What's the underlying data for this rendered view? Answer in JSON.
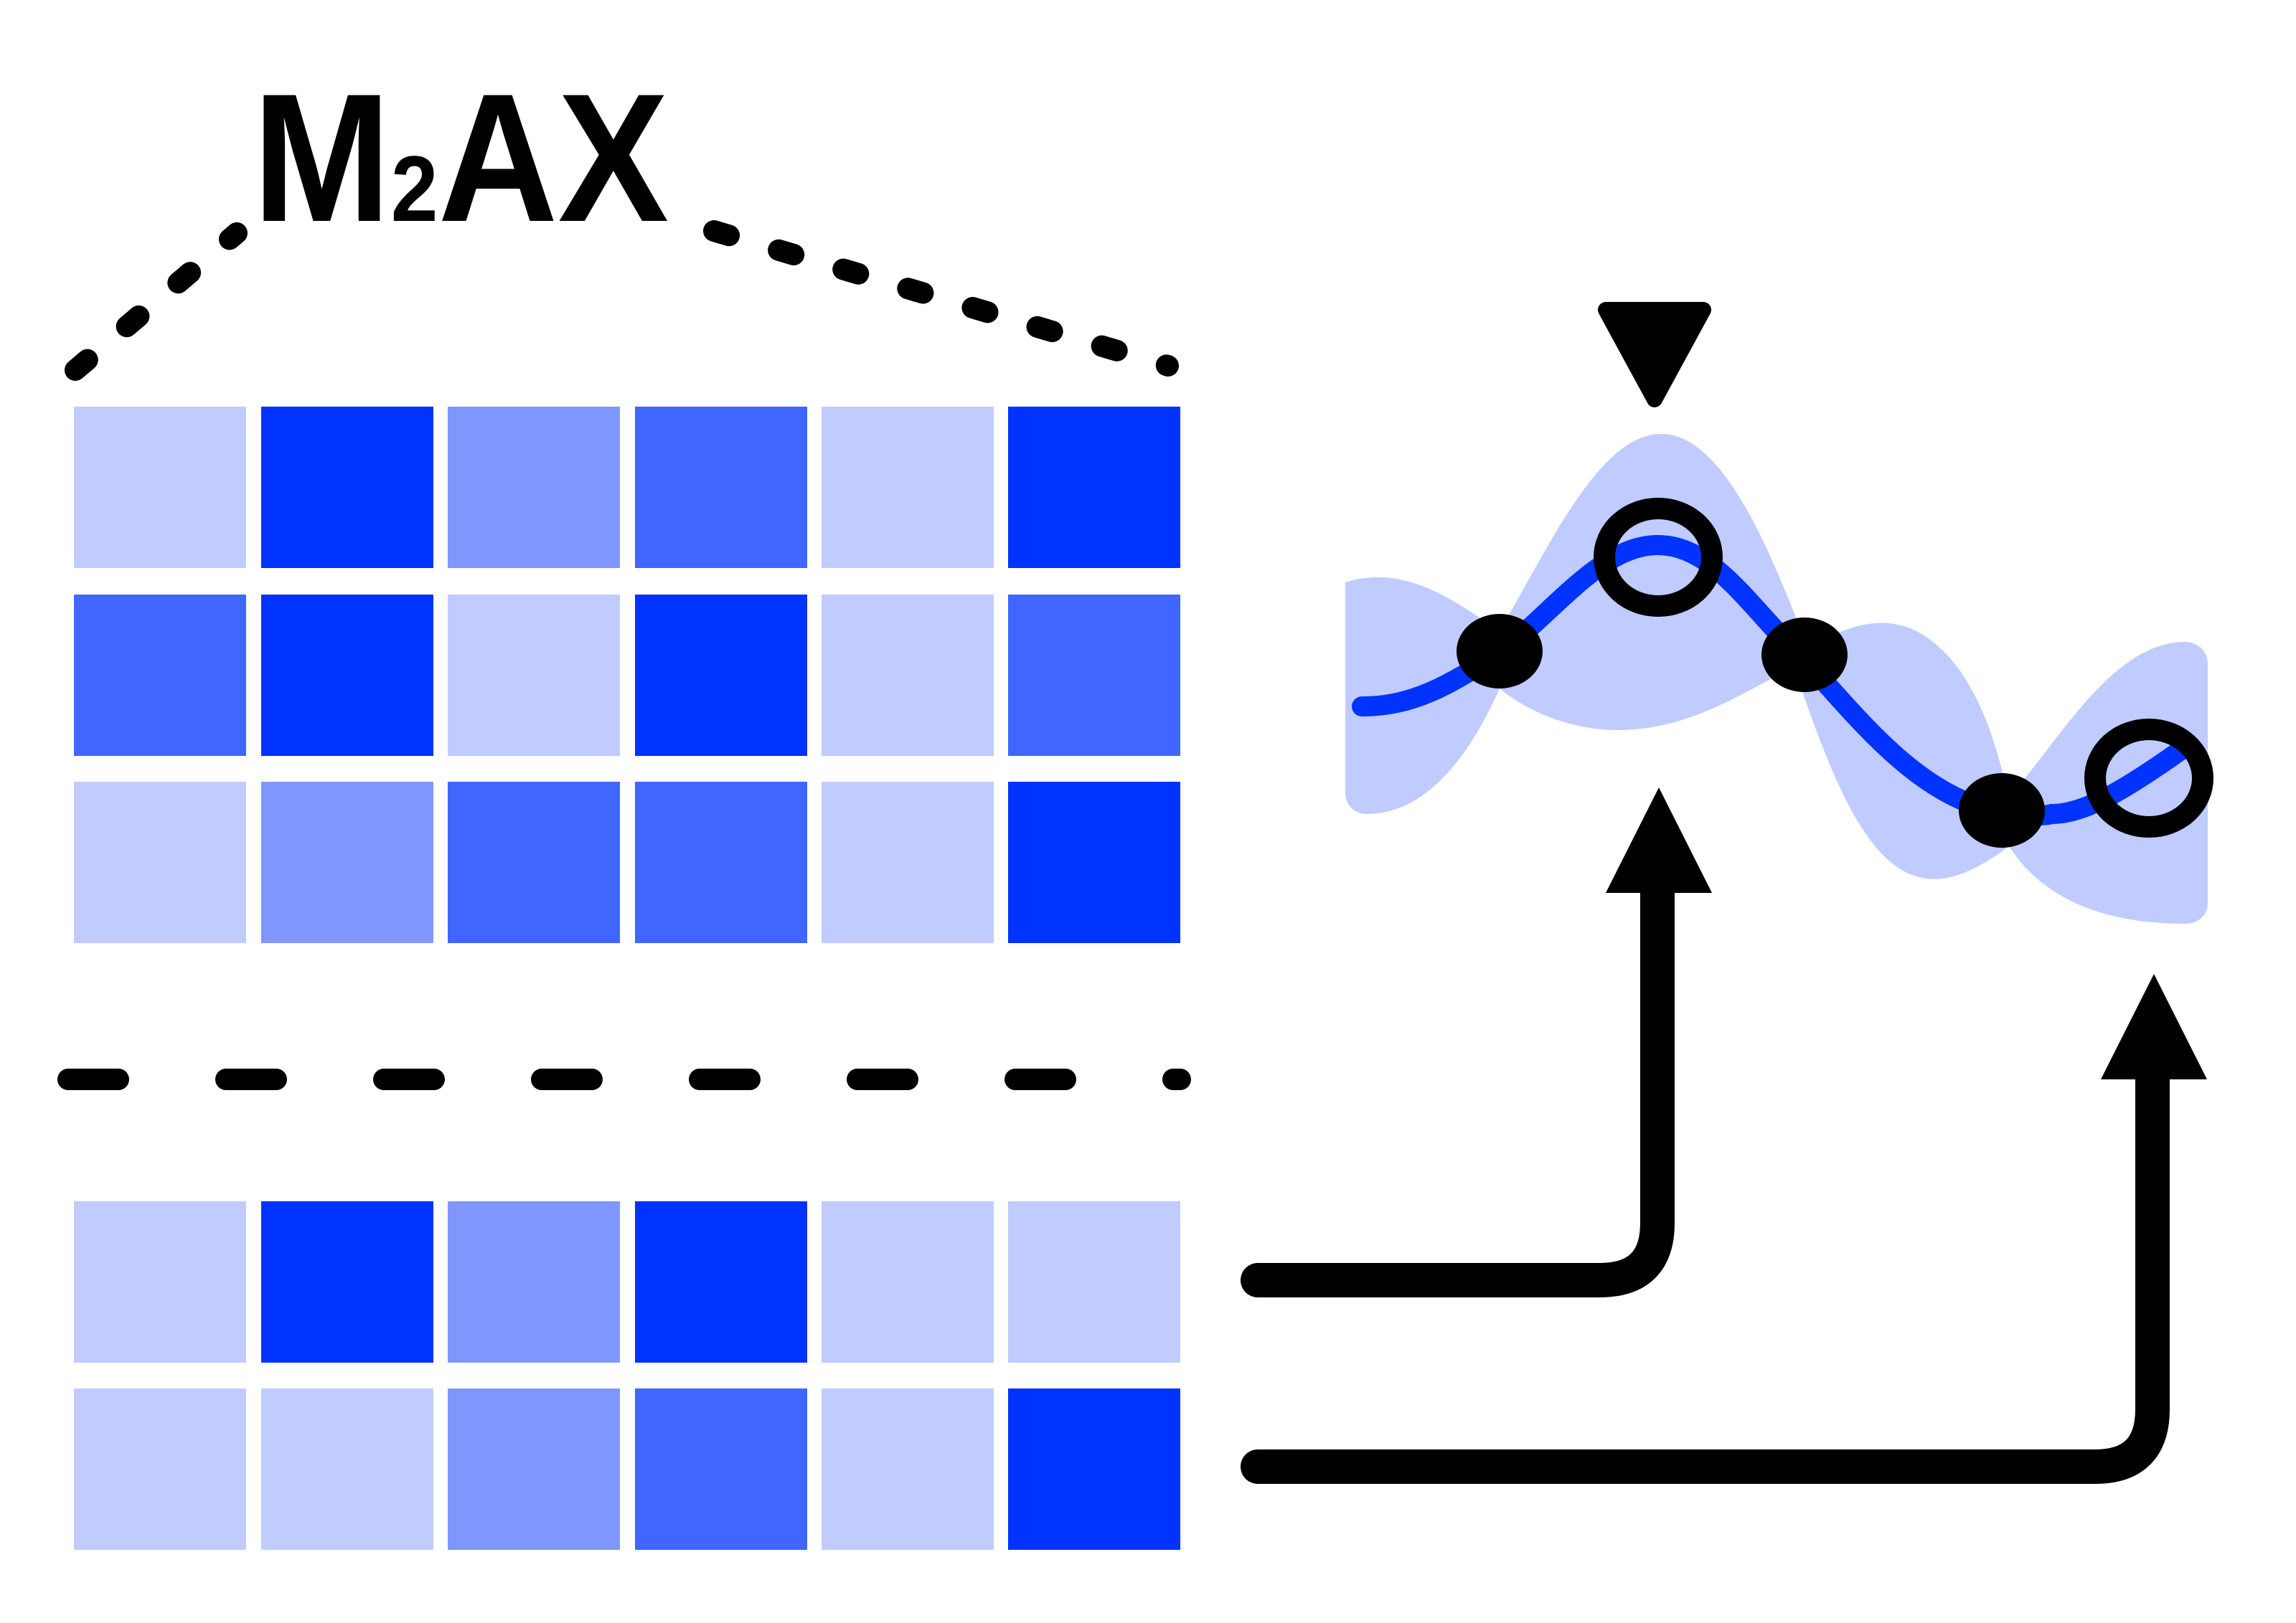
{
  "title": {
    "main_before": "M",
    "subscript": "2",
    "main_after": "AX"
  },
  "colors": {
    "level_0": "#c0ccff",
    "level_1": "#8096ff",
    "level_2": "#4066ff",
    "level_3": "#0033ff",
    "ink": "#000000",
    "band": "#c0ccff",
    "curve": "#0033ff"
  },
  "matrix_top": {
    "rows": [
      [
        0,
        3,
        1,
        2,
        0,
        3
      ],
      [
        2,
        3,
        0,
        3,
        0,
        2
      ],
      [
        0,
        1,
        2,
        2,
        0,
        3
      ]
    ]
  },
  "matrix_bottom": {
    "rows": [
      [
        0,
        3,
        1,
        3,
        0,
        0
      ],
      [
        0,
        0,
        1,
        2,
        0,
        3
      ]
    ]
  },
  "icons": {
    "separator": "dashed-separator",
    "fan_lines": "dotted-fan-lines",
    "selection_marker": "down-triangle-icon",
    "arrow_1": "elbow-arrow-up-icon",
    "arrow_2": "elbow-arrow-up-icon"
  }
}
